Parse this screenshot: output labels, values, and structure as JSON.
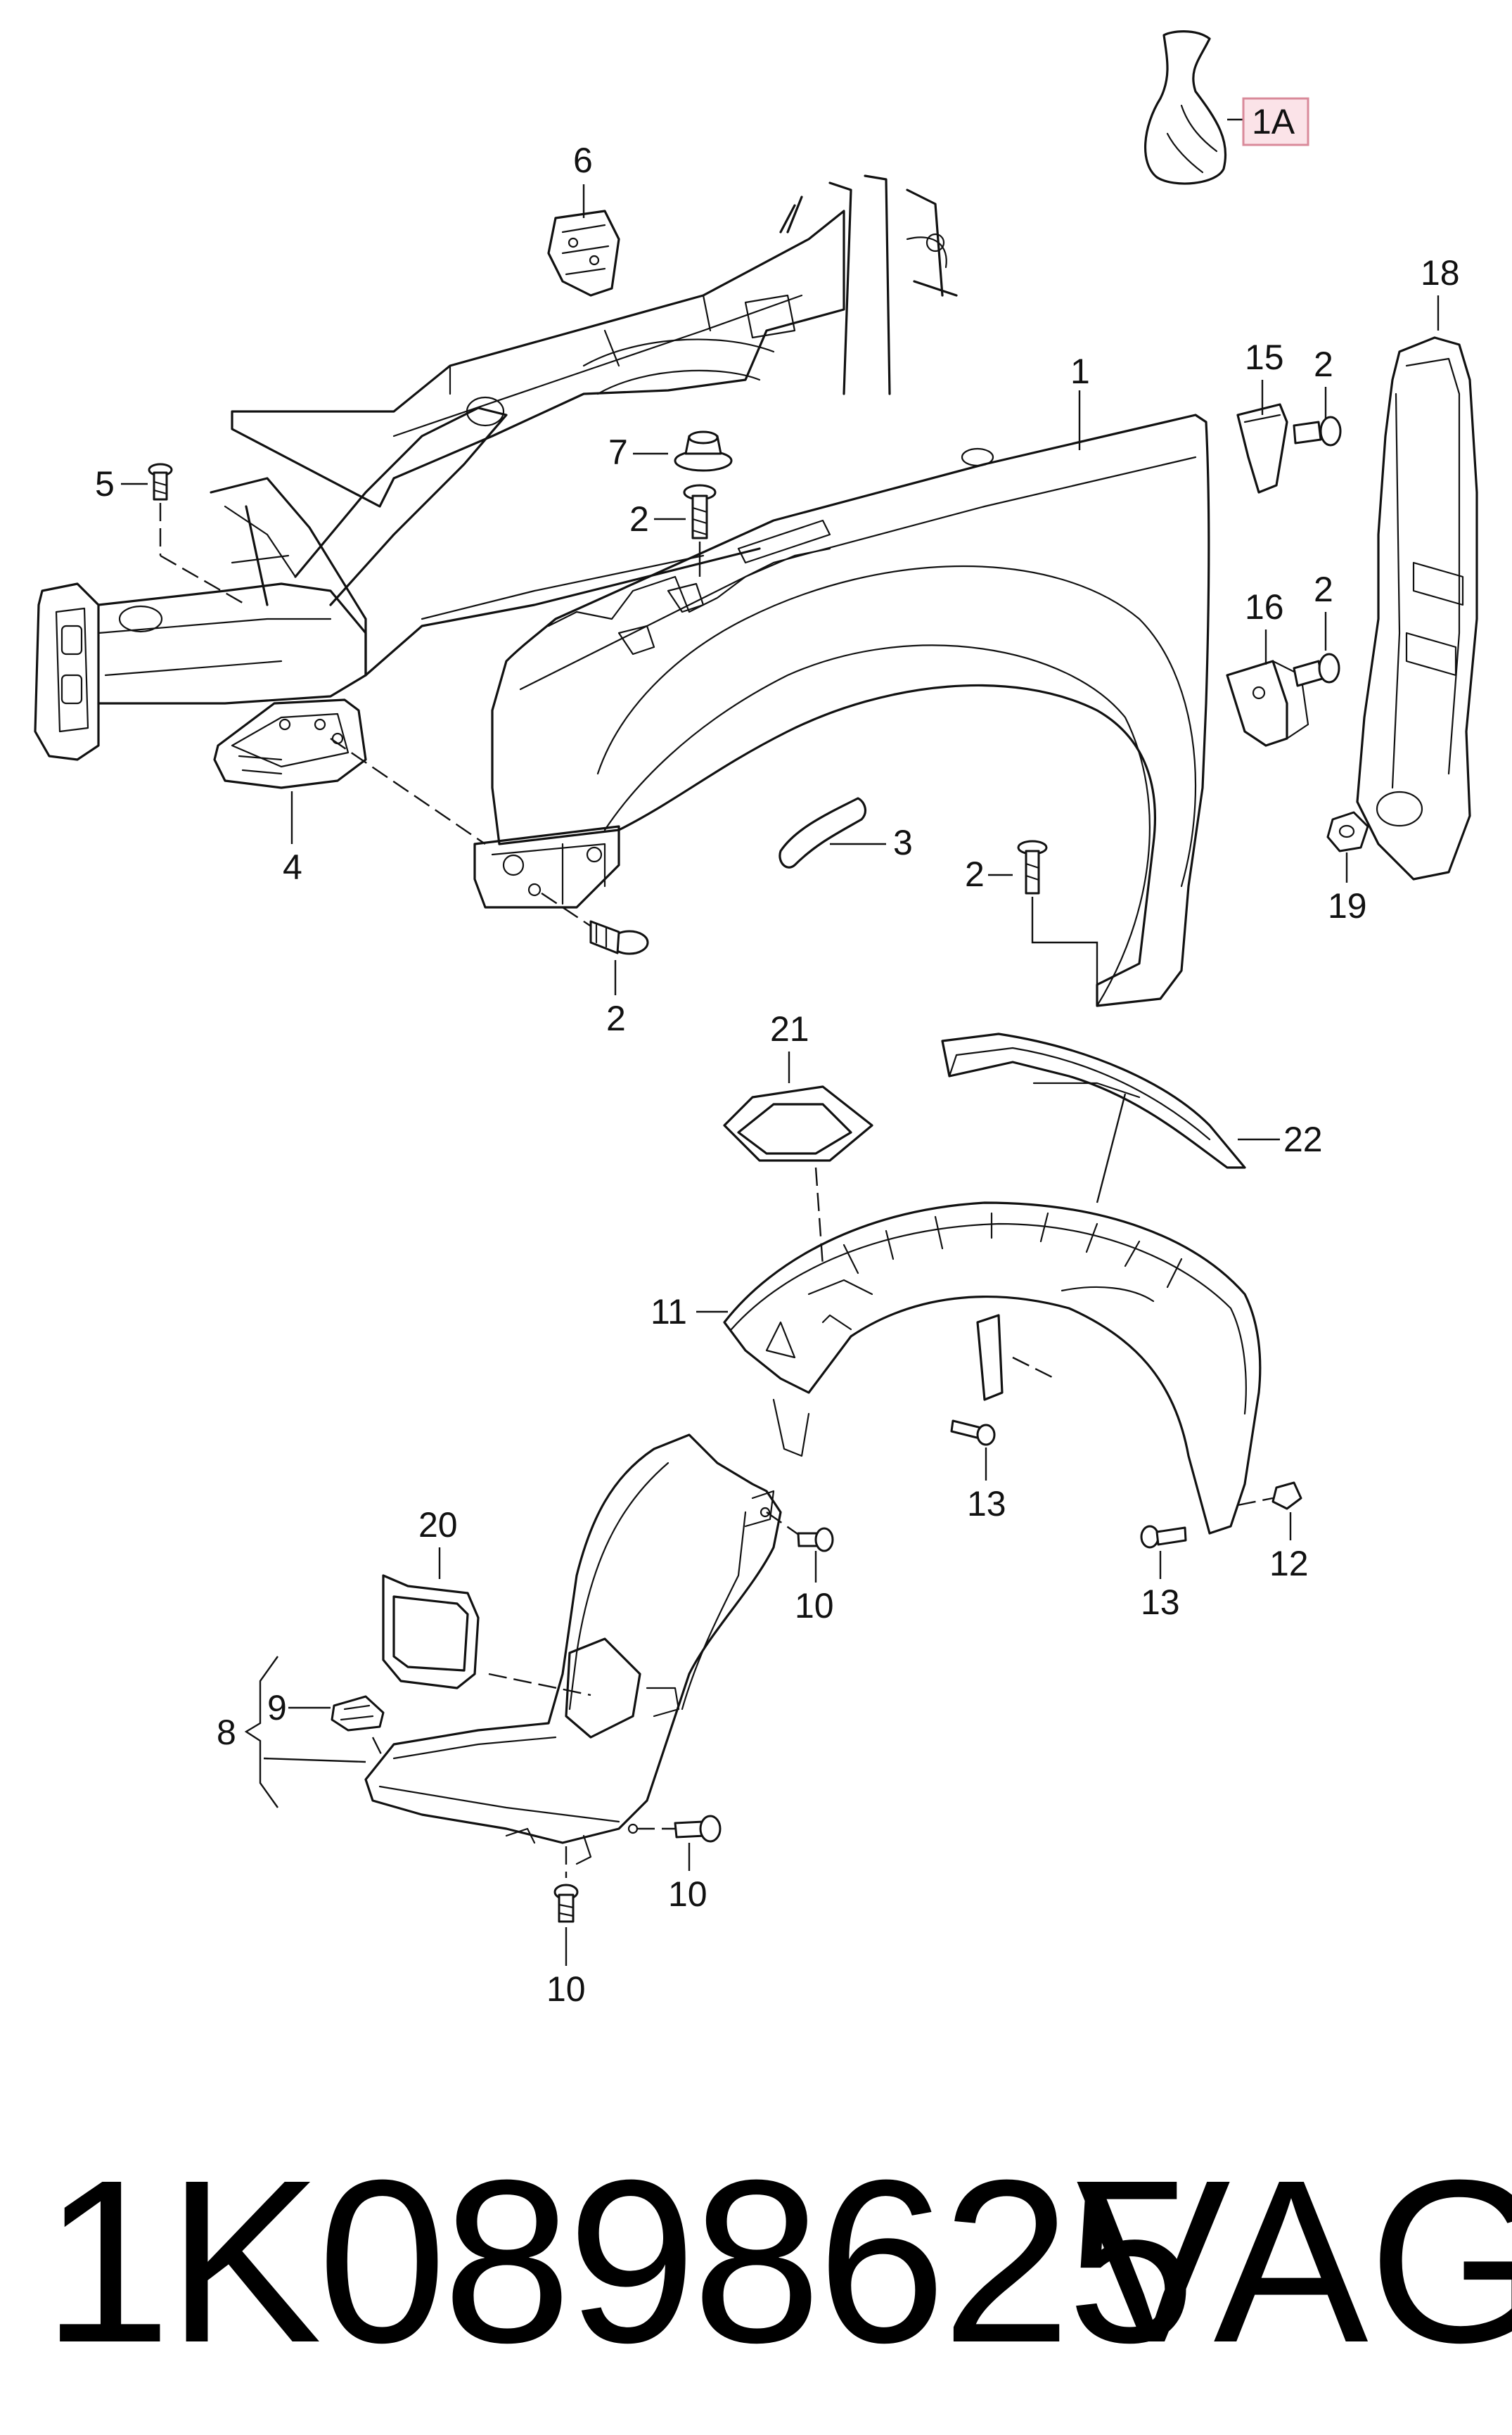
{
  "callouts": {
    "c1A": "1A",
    "c6": "6",
    "c18": "18",
    "c1": "1",
    "c15": "15",
    "c2_a": "2",
    "c7": "7",
    "c5": "5",
    "c2_b": "2",
    "c16": "16",
    "c2_c": "2",
    "c3": "3",
    "c4": "4",
    "c2_d": "2",
    "c19": "19",
    "c2_e": "2",
    "c21": "21",
    "c22": "22",
    "c11": "11",
    "c13_a": "13",
    "c12": "12",
    "c13_b": "13",
    "c20": "20",
    "c10_a": "10",
    "c9": "9",
    "c8": "8",
    "c10_b": "10",
    "c10_c": "10"
  },
  "footer": {
    "part_number": "1K0898625",
    "brand": "VAG"
  }
}
